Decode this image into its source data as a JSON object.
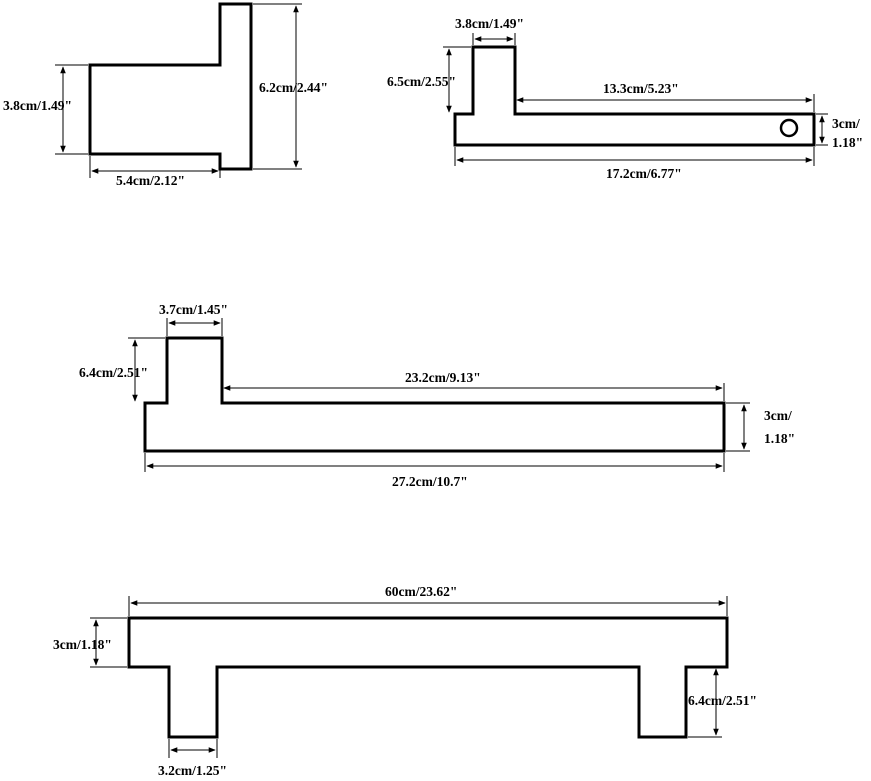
{
  "figure_1": {
    "height_label": "3.8cm/1.49\"",
    "width_label": "5.4cm/2.12\"",
    "total_height_label": "6.2cm/2.44\""
  },
  "figure_2": {
    "top_width_label": "3.8cm/1.49\"",
    "tab_height_label": "6.5cm/2.55\"",
    "arm_length_label": "13.3cm/5.23\"",
    "thickness_label_line1": "3cm/",
    "thickness_label_line2": "1.18\"",
    "total_length_label": "17.2cm/6.77\""
  },
  "figure_3": {
    "top_width_label": "3.7cm/1.45\"",
    "tab_height_label": "6.4cm/2.51\"",
    "arm_length_label": "23.2cm/9.13\"",
    "thickness_label_line1": "3cm/",
    "thickness_label_line2": "1.18\"",
    "total_length_label": "27.2cm/10.7\""
  },
  "figure_4": {
    "total_length_label": "60cm/23.62\"",
    "thickness_label": "3cm/1.18\"",
    "leg_height_label": "6.4cm/2.51\"",
    "leg_width_label": "3.2cm/1.25\""
  }
}
